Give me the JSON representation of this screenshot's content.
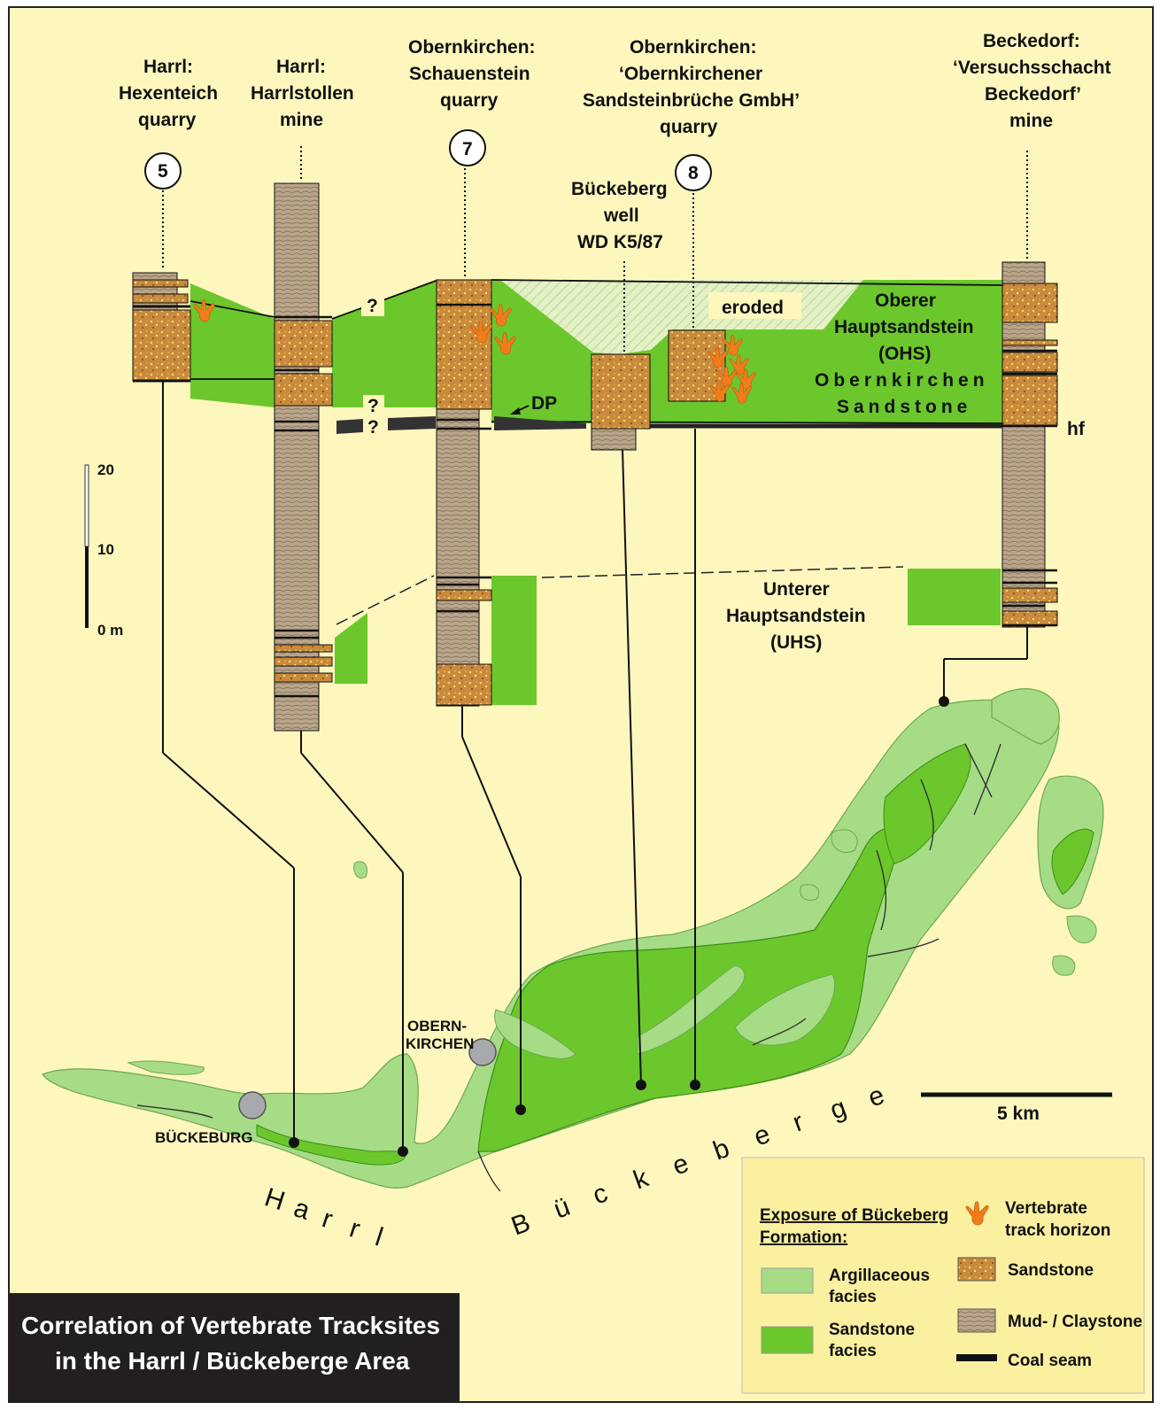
{
  "columns": [
    {
      "id": "hexenteich",
      "lines": [
        "Harrl:",
        "Hexenteich",
        "quarry"
      ],
      "number": "5"
    },
    {
      "id": "harrlstollen",
      "lines": [
        "Harrl:",
        "Harrlstollen",
        "mine"
      ]
    },
    {
      "id": "schauenstein",
      "lines": [
        "Obernkirchen:",
        "Schauenstein",
        "quarry"
      ],
      "number": "7"
    },
    {
      "id": "sandsteinbrueche",
      "lines": [
        "Obernkirchen:",
        "‘Obernkirchener",
        "Sandsteinbrüche GmbH’",
        "quarry"
      ],
      "number": "8"
    },
    {
      "id": "beckedorf",
      "lines": [
        "Beckedorf:",
        "‘Versuchsschacht",
        "Beckedorf’",
        "mine"
      ]
    }
  ],
  "well": {
    "lines": [
      "Bückeberg",
      "well",
      "WD K5/87"
    ]
  },
  "labels": {
    "question": "?",
    "eroded": "eroded",
    "ohs": [
      "Oberer",
      "Hauptsandstein",
      "(OHS)"
    ],
    "obernkirchen_sandstone": [
      "Obernkirchen",
      "Sandstone"
    ],
    "uhs": [
      "Unterer",
      "Hauptsandstein",
      "(UHS)"
    ],
    "dp": "DP",
    "hf": "hf"
  },
  "vertical_scale": {
    "ticks": [
      "20",
      "10",
      "0 m"
    ]
  },
  "map": {
    "towns": [
      "OBERN-",
      "KIRCHEN",
      "BÜCKEBURG"
    ],
    "harrl_letters": [
      "H",
      "a",
      "r",
      "r",
      "l"
    ],
    "bueckeberge_letters": [
      "B",
      "ü",
      "c",
      "k",
      "e",
      "b",
      "e",
      "r",
      "g",
      "e"
    ],
    "scale_label": "5 km"
  },
  "legend": {
    "heading": [
      "Exposure of Bückeberg",
      "Formation:"
    ],
    "argillaceous": [
      "Argillaceous",
      "facies"
    ],
    "sandstone_facies": [
      "Sandstone",
      "facies"
    ],
    "vertebrate": [
      "Vertebrate",
      "track horizon"
    ],
    "sandstone": "Sandstone",
    "mudstone": "Mud- / Claystone",
    "coal": "Coal seam"
  },
  "title_lines": [
    "Correlation of Vertebrate Tracksites",
    "in the Harrl / Bückeberge Area"
  ],
  "colors": {
    "background": "#fdf7be",
    "sandstone_facies": "#6bc72c",
    "argillaceous_facies": "#a6dc86",
    "sandstone": "#c98a3e",
    "mudstone": "#b9a589",
    "track": "#f07c1a",
    "legend_bg": "#fbf0a0",
    "title_bg": "#231f20"
  }
}
